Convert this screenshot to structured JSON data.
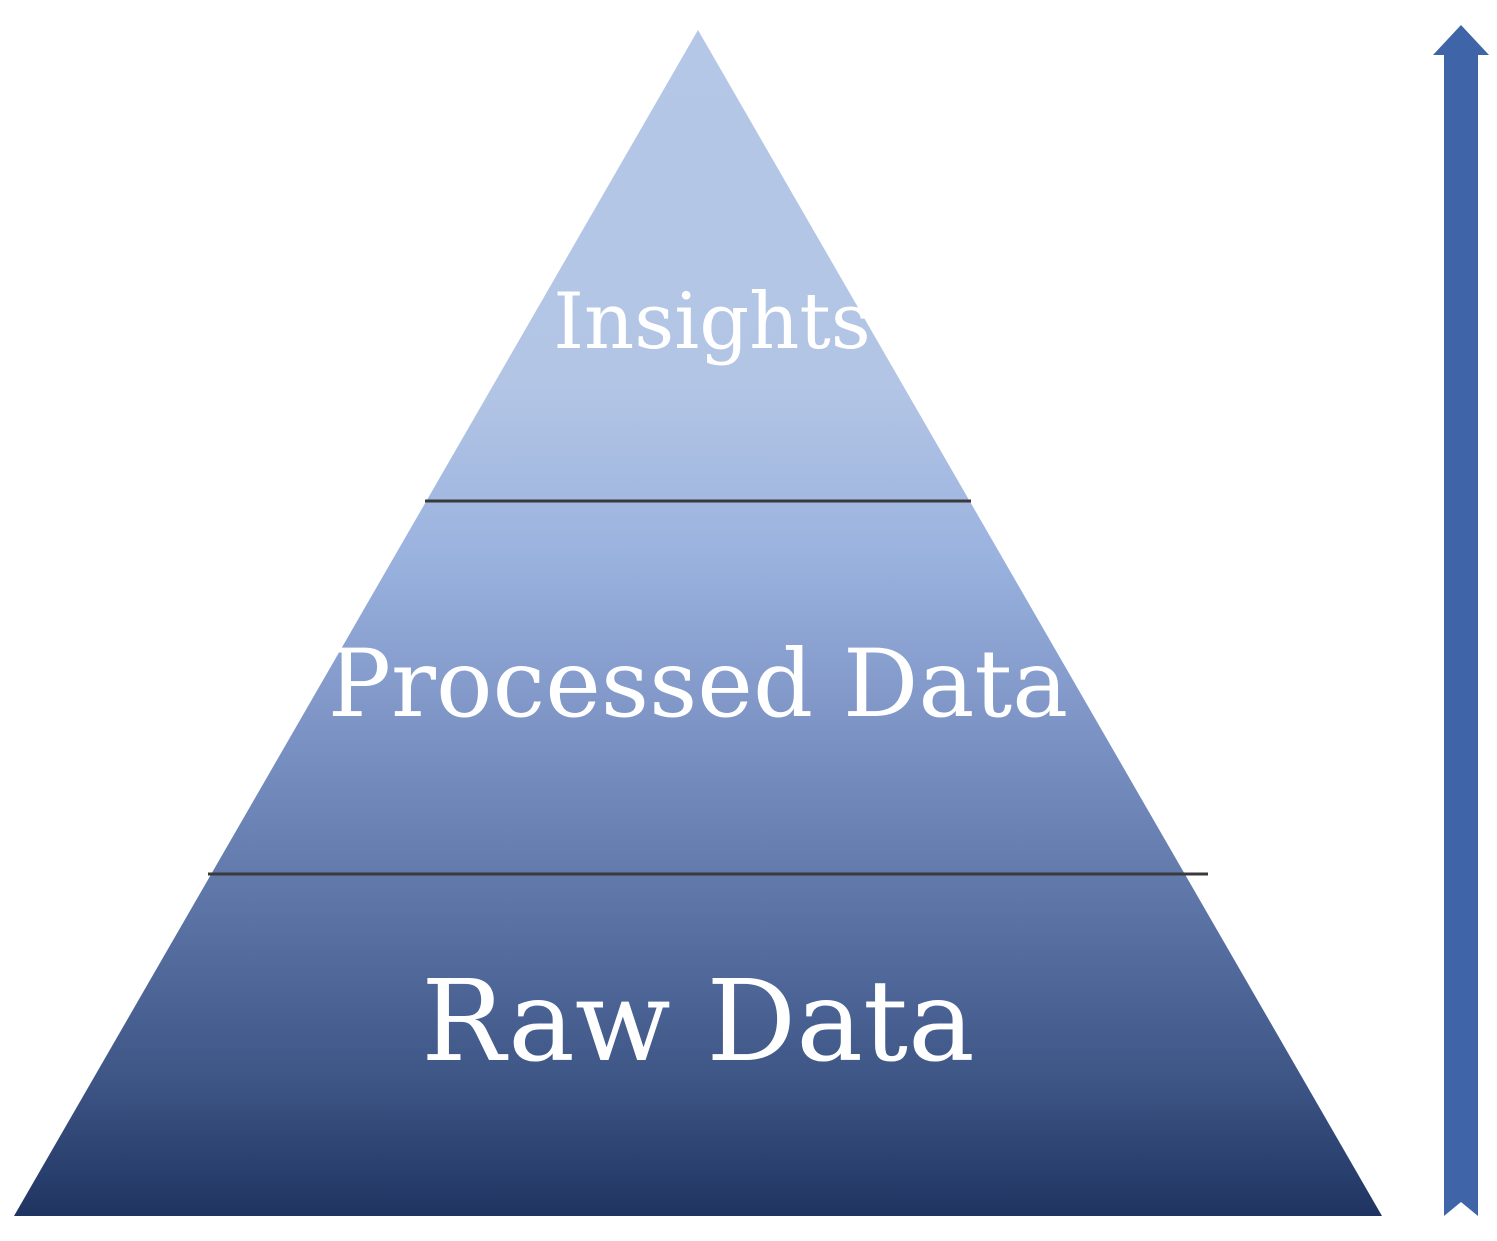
{
  "diagram": {
    "type": "pyramid",
    "tiers": [
      {
        "label": "Insights"
      },
      {
        "label": "Processed Data"
      },
      {
        "label": "Raw Data"
      }
    ],
    "arrow": {
      "direction": "up"
    },
    "colors": {
      "top": "#b5c7e6",
      "middle": "#8fa9d8",
      "bottom": "#1f3461",
      "arrow": "#3f64a8",
      "divider": "#3a3a3a",
      "text": "#ffffff"
    }
  }
}
